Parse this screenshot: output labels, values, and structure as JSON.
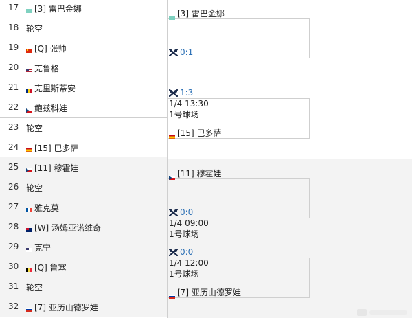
{
  "left_rows": [
    {
      "seed": "17",
      "name": "[3] 雷巴金娜",
      "flag": "kz"
    },
    {
      "seed": "18",
      "name": "轮空",
      "flag": ""
    },
    {
      "seed": "19",
      "name": "[Q] 张帅",
      "flag": "cn"
    },
    {
      "seed": "20",
      "name": "克鲁格",
      "flag": "us"
    },
    {
      "seed": "21",
      "name": "克里斯蒂安",
      "flag": "ro"
    },
    {
      "seed": "22",
      "name": "鲍兹科娃",
      "flag": "cz"
    },
    {
      "seed": "23",
      "name": "轮空",
      "flag": ""
    },
    {
      "seed": "24",
      "name": "[15] 巴多萨",
      "flag": "es"
    },
    {
      "seed": "25",
      "name": "[11] 穆霍娃",
      "flag": "cz"
    },
    {
      "seed": "26",
      "name": "轮空",
      "flag": ""
    },
    {
      "seed": "27",
      "name": "雅克莫",
      "flag": "fr"
    },
    {
      "seed": "28",
      "name": "[W] 汤姆亚诺维奇",
      "flag": "au"
    },
    {
      "seed": "29",
      "name": "克宁",
      "flag": "us"
    },
    {
      "seed": "30",
      "name": "[Q] 鲁塞",
      "flag": "be"
    },
    {
      "seed": "31",
      "name": "轮空",
      "flag": ""
    },
    {
      "seed": "32",
      "name": "[7] 亚历山德罗娃",
      "flag": "ru"
    }
  ],
  "matches": [
    {
      "player_top": "[3] 雷巴金娜",
      "flag_top": "kz",
      "score": "0:1",
      "date": "",
      "court": "",
      "player_bottom": "",
      "flag_bottom": ""
    },
    {
      "player_top": "",
      "flag_top": "",
      "score": "1:3",
      "date": "1/4 13:30",
      "court": "1号球场",
      "player_bottom": "[15] 巴多萨",
      "flag_bottom": "es"
    },
    {
      "player_top": "[11] 穆霍娃",
      "flag_top": "cz",
      "score": "0:0",
      "date": "1/4 09:00",
      "court": "1号球场",
      "player_bottom": "",
      "flag_bottom": ""
    },
    {
      "player_top": "",
      "flag_top": "",
      "score": "0:0",
      "date": "1/4 12:00",
      "court": "1号球场",
      "player_bottom": "[7] 亚历山德罗娃",
      "flag_bottom": "ru"
    }
  ],
  "colors": {
    "row_border": "#cfcfcf",
    "lower_bg": "#f3f3f3",
    "score_blue": "#2a6fb5"
  },
  "icons": {
    "vs": "crossed-rackets-icon",
    "watermark": "watermark-logo"
  }
}
